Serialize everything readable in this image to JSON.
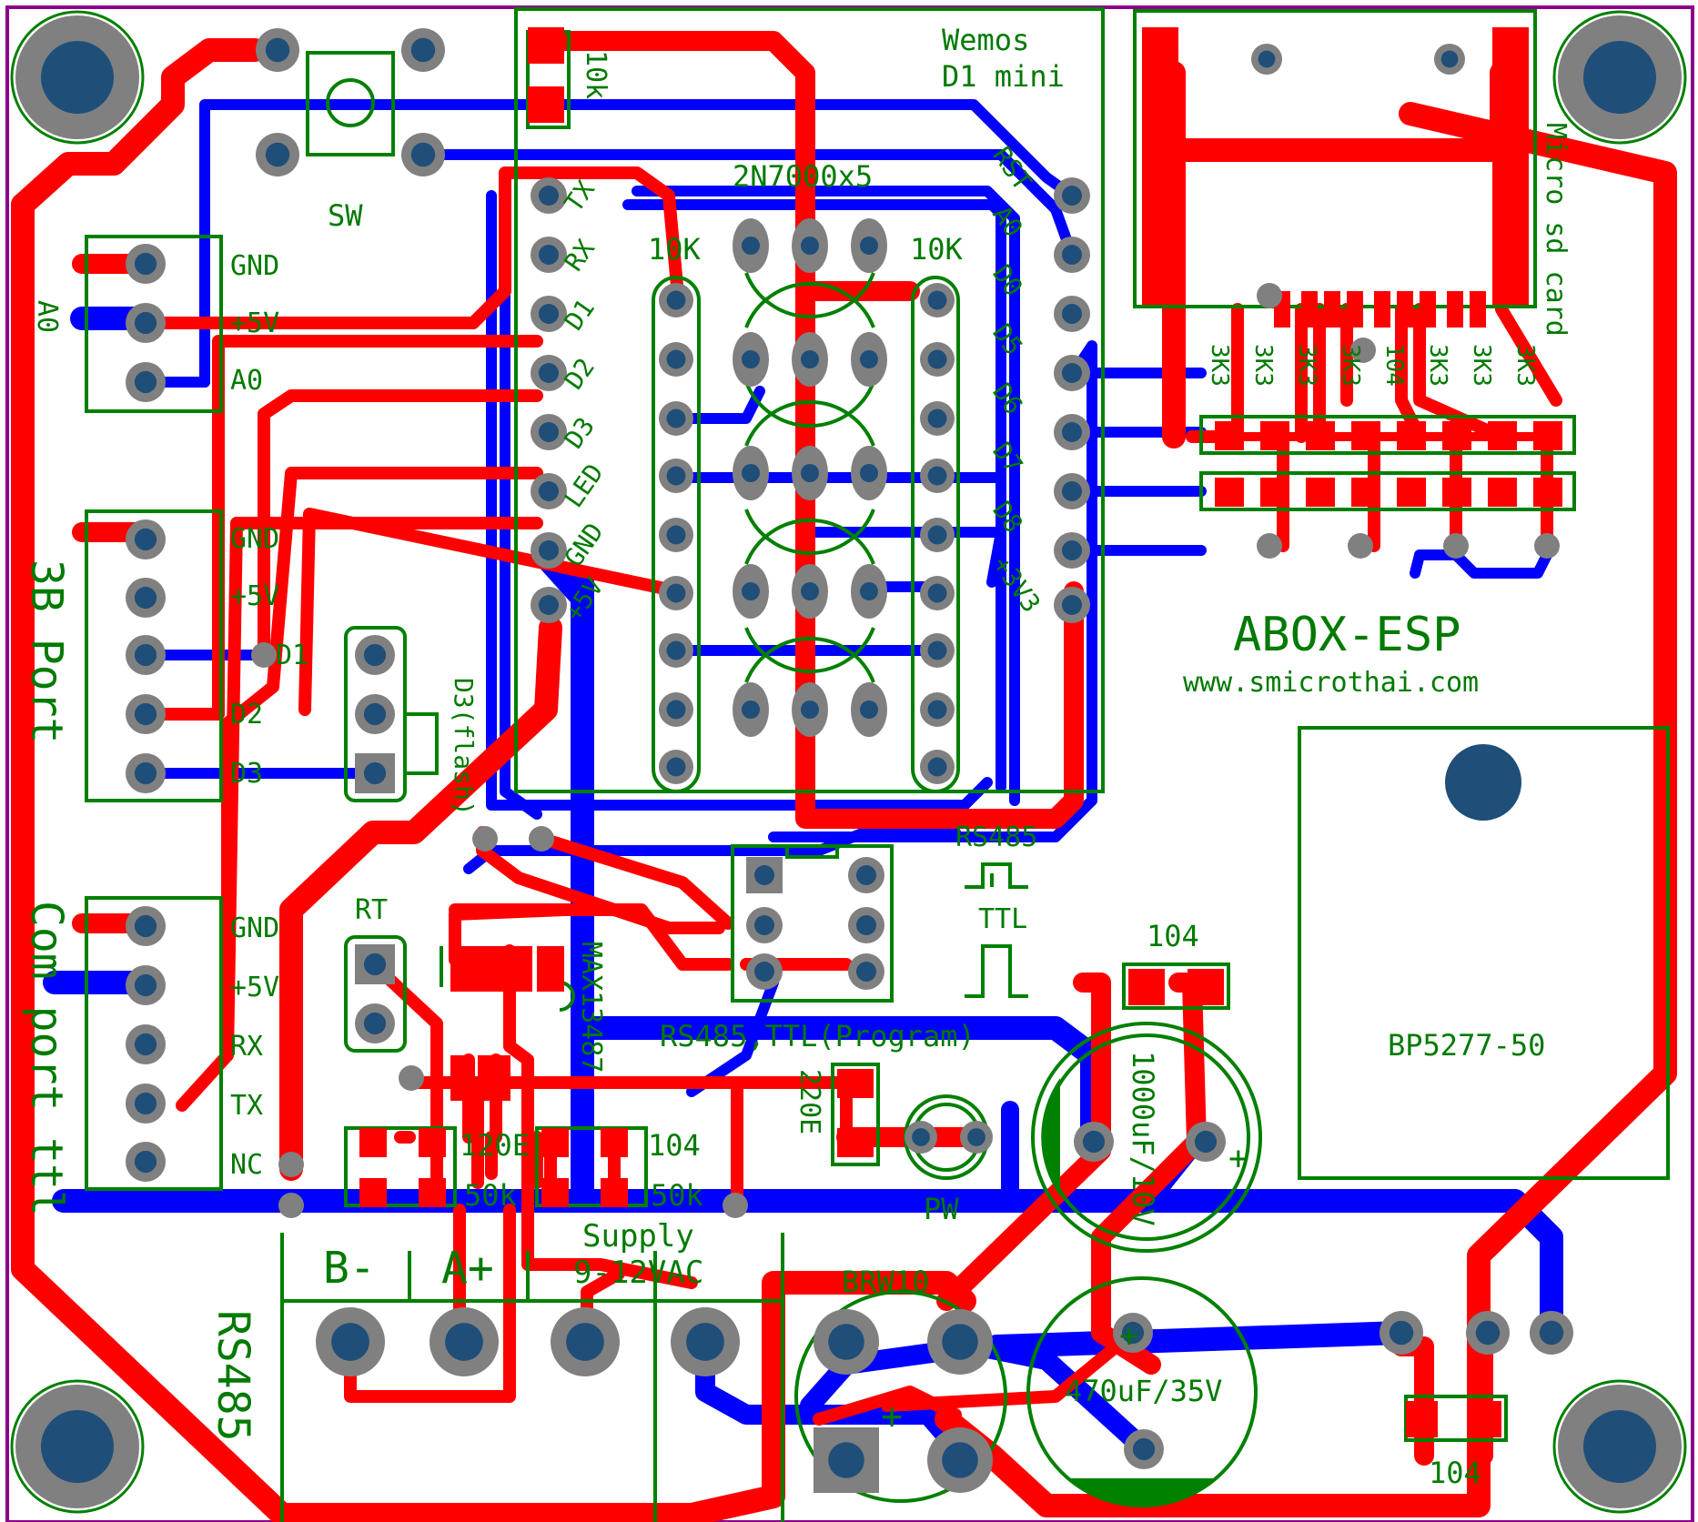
{
  "colors": {
    "top_copper": "#ff0000",
    "bottom_copper": "#0000ff",
    "silkscreen": "#008000",
    "pad": "#808080",
    "pad_hole": "#1f4e79",
    "board_outline": "#8b008b"
  },
  "labels": {
    "sw": "SW",
    "r_10k_top": "10k",
    "wemos": "Wemos",
    "d1mini": "D1  mini",
    "q_array": "2N7000x5",
    "r10k_left": "10K",
    "r10k_right": "10K",
    "sdcard": "Micro sd card",
    "j_gnd1": "GND",
    "j_5v1": "+5V",
    "j_a0": "A0",
    "j_a0_side": "A0",
    "j_gnd2": "GND",
    "j_5v2": "+5V",
    "j_d1": "D1",
    "j_d2": "D2",
    "j_d3": "D3",
    "port_3b": "3B Port",
    "j_gnd3": "GND",
    "j_5v3": "+5V",
    "j_rx": "RX",
    "j_tx": "TX",
    "j_nc": "NC",
    "port_com": "Com port ttl",
    "d3flash": "D3(flash)",
    "brand": "ABOX-ESP",
    "url": "www.smicrothai.com",
    "regulator": "BP5277-50",
    "rs485_mode": "RS485",
    "ttl_mode": "TTL",
    "rt": "RT",
    "max": "MAX13487",
    "prog": "RS485,TTL(Program)",
    "r220": "220E",
    "c104a": "104",
    "c104b": "104",
    "c104c": "104",
    "cap1000": "1000uF/10V",
    "cap470": "470uF/35V",
    "r120": "120E",
    "pot1": "50k",
    "pot2": "50k",
    "pw": "PW",
    "supply": "Supply",
    "vac": "9-12VAC",
    "brw": "BRW10",
    "b_minus": "B-",
    "a_plus": "A+",
    "rs485_side": "RS485",
    "plus1": "+",
    "plus2": "+",
    "plus3": "+"
  },
  "wemos_left_pins": [
    "TX",
    "RX",
    "D1",
    "D2",
    "D3",
    "LED",
    "GND",
    "+5V"
  ],
  "wemos_right_pins": [
    "RST",
    "A0",
    "D0",
    "D5",
    "D6",
    "D7",
    "D8",
    "+3V3"
  ],
  "sd_resistors": [
    "3K3",
    "3K3",
    "3K3",
    "3K3",
    "104",
    "3K3",
    "3K3",
    "3K3"
  ]
}
